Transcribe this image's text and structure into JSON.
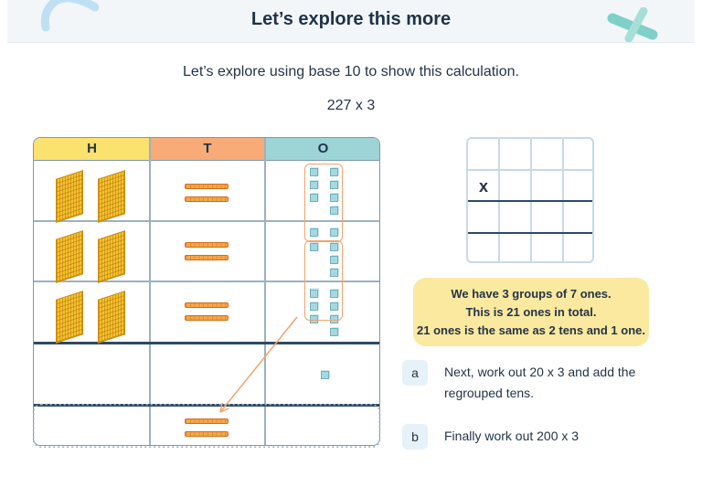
{
  "header": {
    "title": "Let’s explore this more"
  },
  "intro": "Let’s explore using base 10 to show this calculation.",
  "calculation": "227 x 3",
  "table": {
    "columns": [
      "H",
      "T",
      "O"
    ],
    "column_colors": [
      "#fbe16e",
      "#f8ab76",
      "#9dd4d6"
    ]
  },
  "grid": {
    "operator": "x"
  },
  "note": {
    "lines": [
      "We have 3 groups of 7 ones.",
      "This is 21 ones in total.",
      "21 ones is the same as 2 tens and 1 one."
    ]
  },
  "questions": [
    {
      "badge": "a",
      "text_line1": "Next, work out 20 x 3 and add the",
      "text_line2": "regrouped tens."
    },
    {
      "badge": "b",
      "text_line1": "Finally work out 200 x 3"
    }
  ],
  "colors": {
    "accent_orange": "#f2a36c",
    "navy": "#2e4a66",
    "note_yellow": "#fbe9a0"
  }
}
